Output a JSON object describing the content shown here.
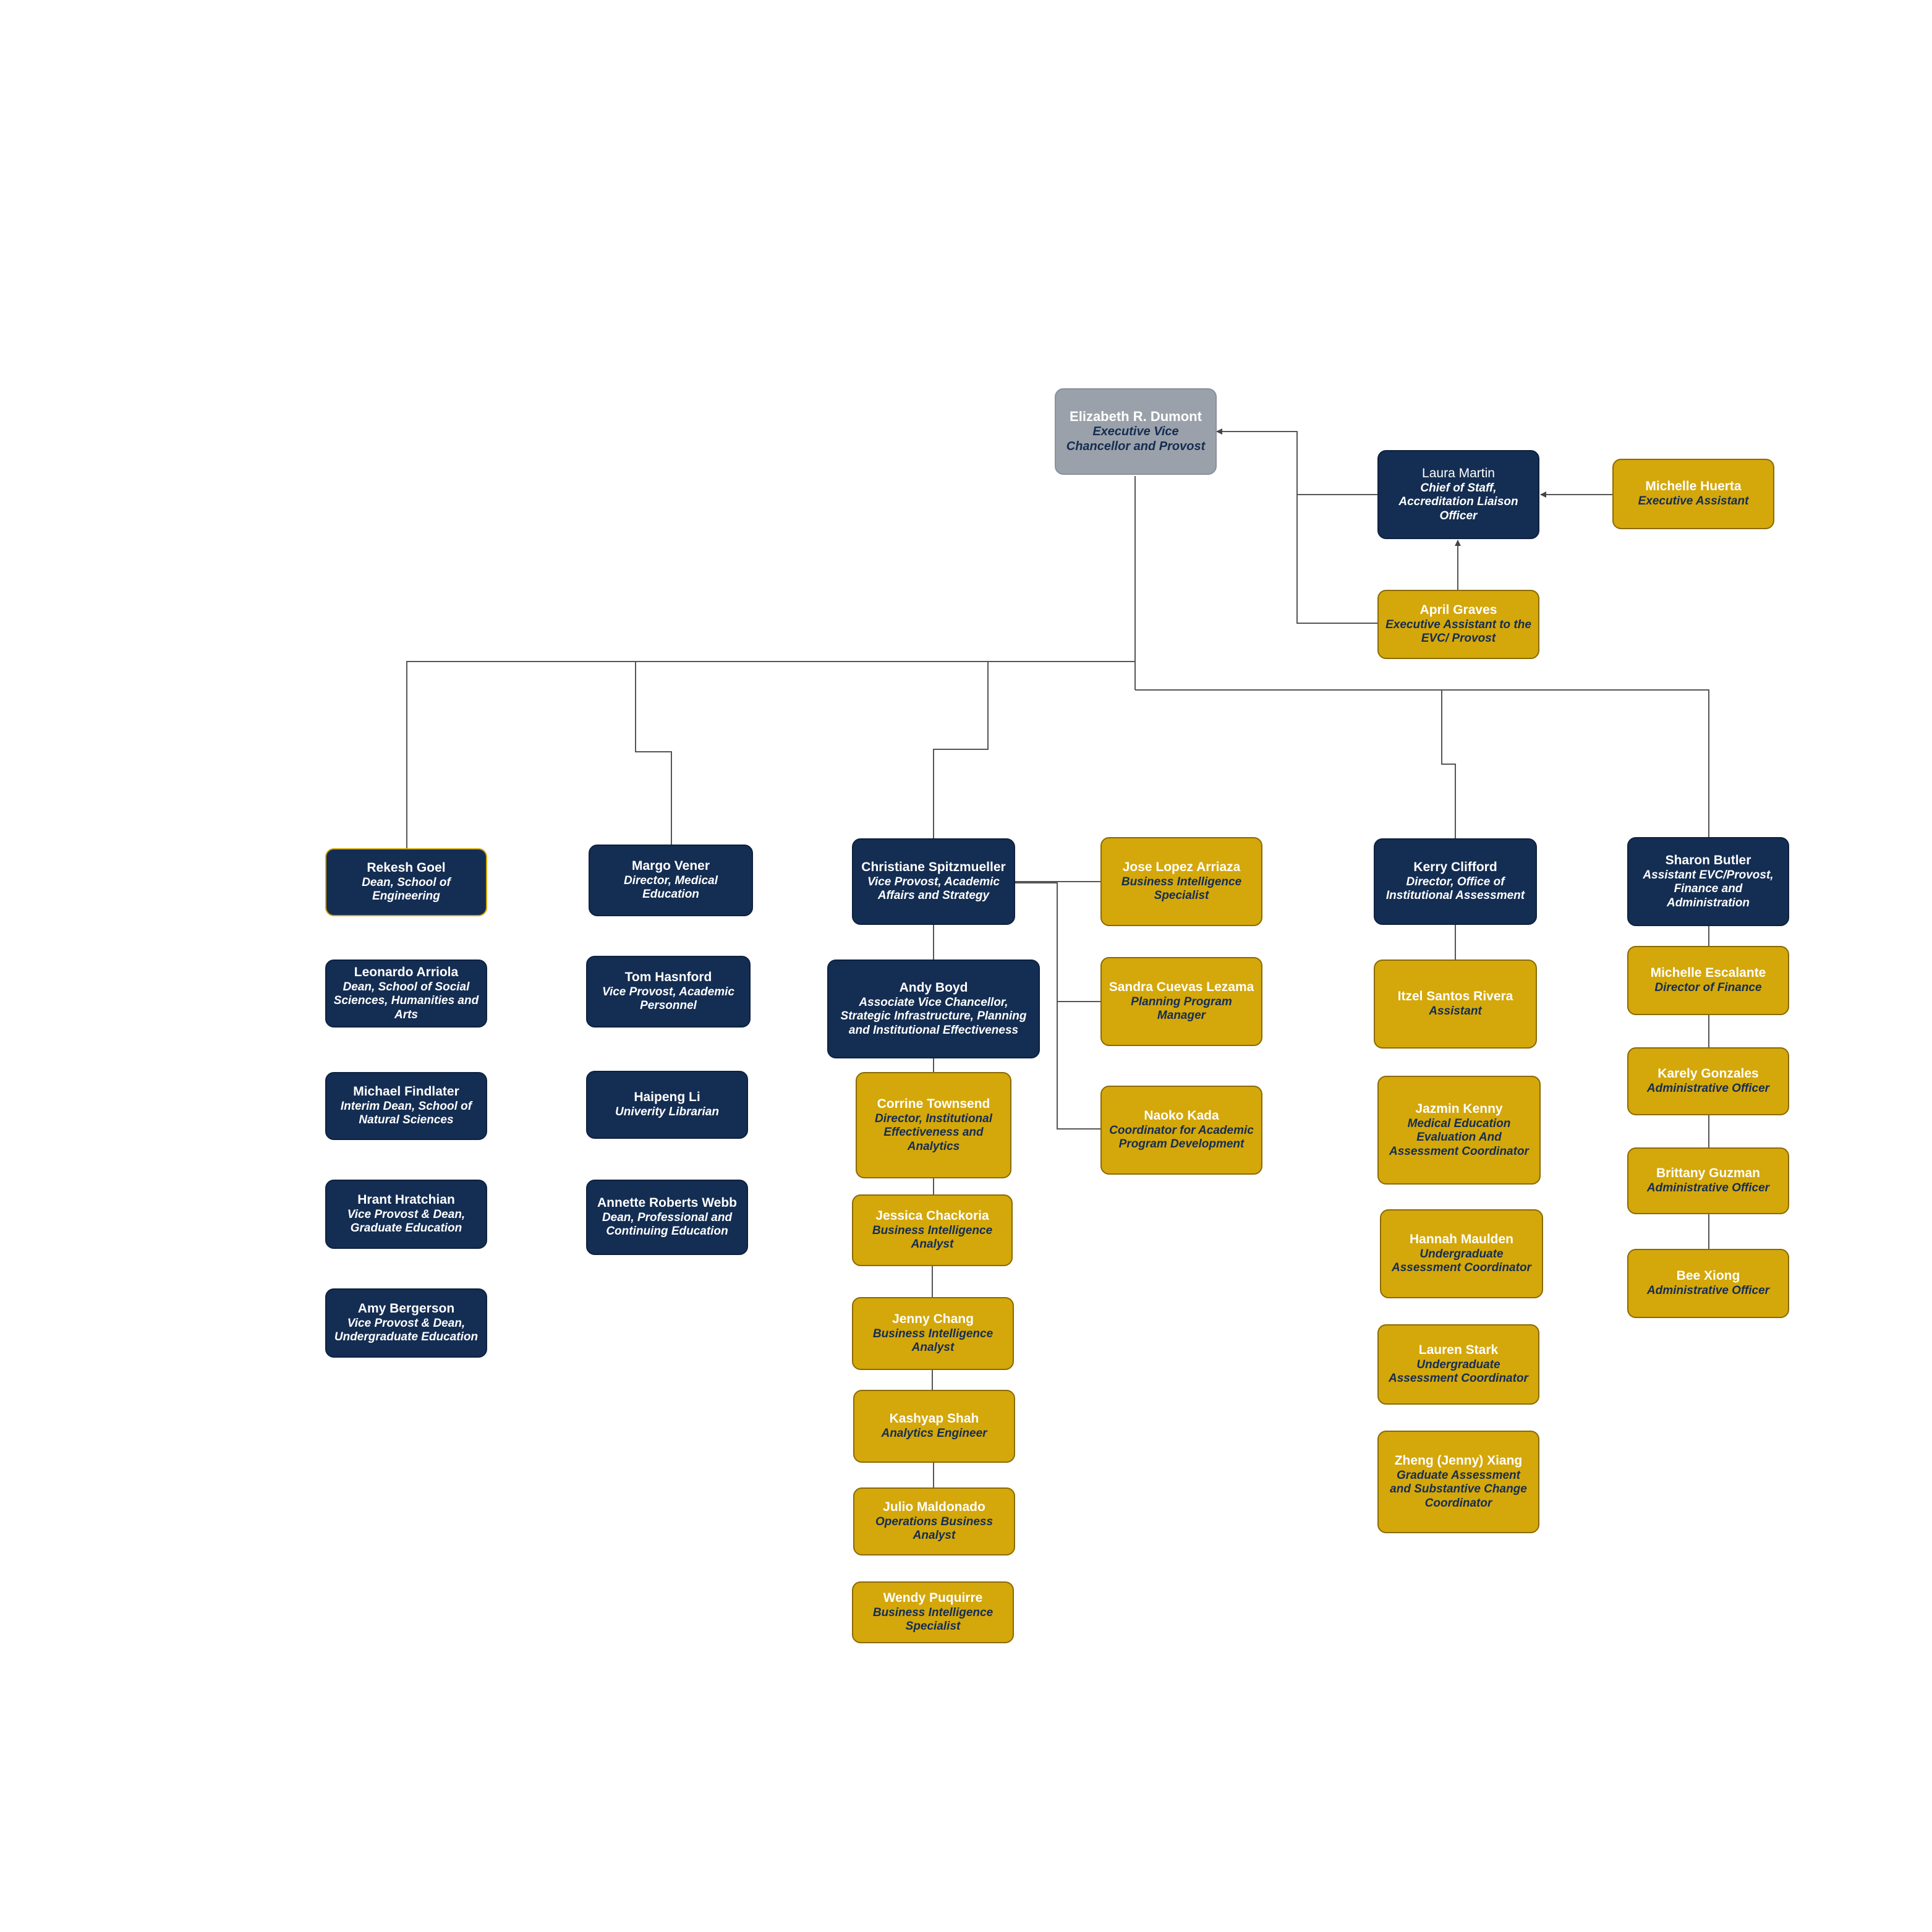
{
  "colors": {
    "navy": "#142d52",
    "gold": "#d4a70b",
    "gray": "#9ba1aa",
    "line": "#555555"
  },
  "nodes": {
    "dumont": {
      "name": "Elizabeth R. Dumont",
      "title": "Executive Vice Chancellor and Provost"
    },
    "martin": {
      "name": "Laura Martin",
      "title": "Chief of Staff, Accreditation Liaison Officer"
    },
    "huerta": {
      "name": "Michelle Huerta",
      "title": "Executive Assistant"
    },
    "graves": {
      "name": "April Graves",
      "title": "Executive Assistant to the EVC/ Provost"
    },
    "goel": {
      "name": "Rekesh Goel",
      "title": "Dean, School of Engineering"
    },
    "arriola": {
      "name": "Leonardo Arriola",
      "title": "Dean, School of Social Sciences, Humanities and Arts"
    },
    "findlater": {
      "name": "Michael Findlater",
      "title": "Interim Dean, School of Natural Sciences"
    },
    "hratchian": {
      "name": "Hrant Hratchian",
      "title": "Vice Provost & Dean, Graduate Education"
    },
    "bergerson": {
      "name": "Amy Bergerson",
      "title": "Vice Provost & Dean, Undergraduate Education"
    },
    "vener": {
      "name": "Margo Vener",
      "title": "Director, Medical Education"
    },
    "hasnford": {
      "name": "Tom Hasnford",
      "title": "Vice Provost, Academic Personnel"
    },
    "li": {
      "name": "Haipeng Li",
      "title": "Univerity Librarian"
    },
    "webb": {
      "name": "Annette Roberts Webb",
      "title": "Dean, Professional and Continuing Education"
    },
    "spitzmueller": {
      "name": "Christiane Spitzmueller",
      "title": "Vice Provost, Academic Affairs and Strategy"
    },
    "boyd": {
      "name": "Andy Boyd",
      "title": "Associate Vice Chancellor, Strategic Infrastructure, Planning and Institutional Effectiveness"
    },
    "townsend": {
      "name": "Corrine Townsend",
      "title": "Director, Institutional Effectiveness and Analytics"
    },
    "chackoria": {
      "name": "Jessica Chackoria",
      "title": "Business Intelligence Analyst"
    },
    "chang": {
      "name": "Jenny Chang",
      "title": "Business Intelligence Analyst"
    },
    "shah": {
      "name": "Kashyap Shah",
      "title": "Analytics Engineer"
    },
    "maldonado": {
      "name": "Julio Maldonado",
      "title": "Operations Business Analyst"
    },
    "puquirre": {
      "name": "Wendy Puquirre",
      "title": "Business Intelligence Specialist"
    },
    "arriaza": {
      "name": "Jose Lopez Arriaza",
      "title": "Business Intelligence Specialist"
    },
    "lezama": {
      "name": "Sandra Cuevas Lezama",
      "title": "Planning Program Manager"
    },
    "kada": {
      "name": "Naoko Kada",
      "title": "Coordinator for Academic Program Development"
    },
    "clifford": {
      "name": "Kerry Clifford",
      "title": "Director, Office of Institutional Assessment"
    },
    "rivera": {
      "name": "Itzel Santos Rivera",
      "title": "Assistant"
    },
    "kenny": {
      "name": "Jazmin Kenny",
      "title": "Medical Education Evaluation And Assessment Coordinator"
    },
    "maulden": {
      "name": "Hannah Maulden",
      "title": "Undergraduate Assessment Coordinator"
    },
    "stark": {
      "name": "Lauren Stark",
      "title": "Undergraduate Assessment Coordinator"
    },
    "xiang": {
      "name": "Zheng (Jenny) Xiang",
      "title": "Graduate Assessment and Substantive Change Coordinator"
    },
    "butler": {
      "name": "Sharon Butler",
      "title": "Assistant EVC/Provost, Finance and Administration"
    },
    "escalante": {
      "name": "Michelle Escalante",
      "title": "Director of Finance"
    },
    "gonzales": {
      "name": "Karely Gonzales",
      "title": "Administrative Officer"
    },
    "guzman": {
      "name": "Brittany Guzman",
      "title": "Administrative Officer"
    },
    "xiong": {
      "name": "Bee Xiong",
      "title": "Administrative Officer"
    }
  }
}
